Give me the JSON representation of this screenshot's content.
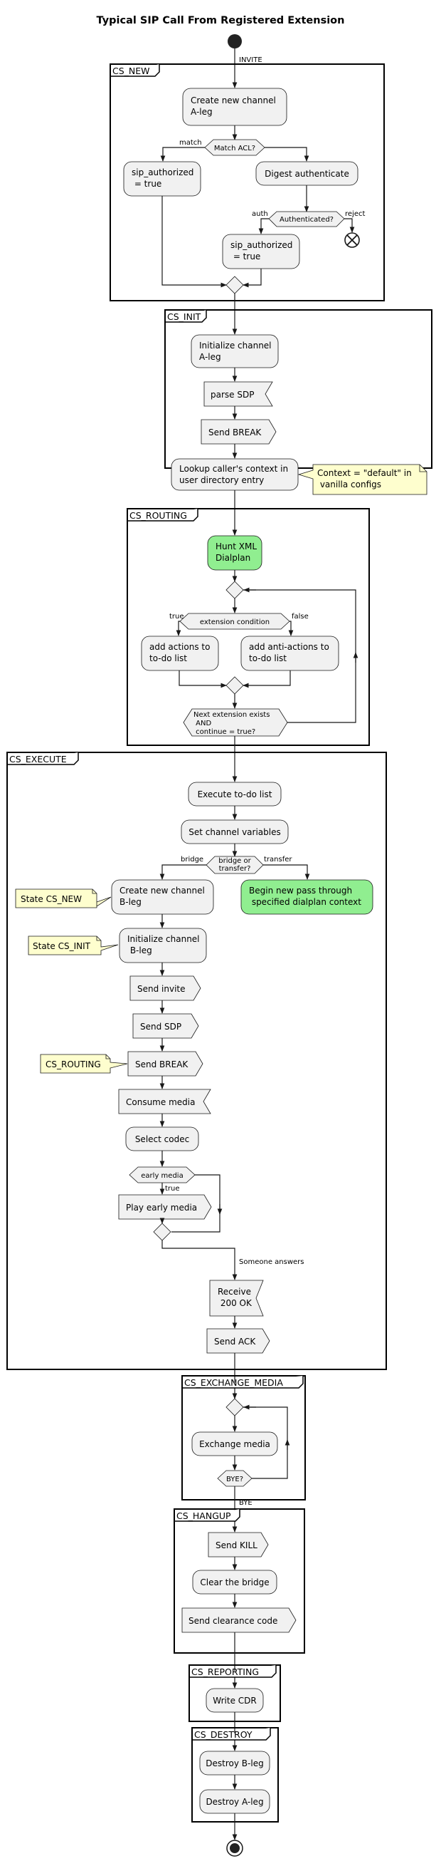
{
  "title": "Typical SIP Call From Registered Extension",
  "colors": {
    "activity_fill": "#F1F1F1",
    "highlight_fill": "#90EE90",
    "note_fill": "#FEFECE",
    "line": "#181818",
    "text": "#000000",
    "frame": "#000000"
  },
  "partitions": {
    "cs_new": "CS_NEW",
    "cs_init": "CS_INIT",
    "cs_routing": "CS_ROUTING",
    "cs_execute": "CS_EXECUTE",
    "cs_exchange_media": "CS_EXCHANGE_MEDIA",
    "cs_hangup": "CS_HANGUP",
    "cs_reporting": "CS_REPORTING",
    "cs_destroy": "CS_DESTROY"
  },
  "cs_new": {
    "invite_label": "INVITE",
    "create_channel": [
      "Create new channel",
      "A-leg"
    ],
    "match_acl": "Match ACL?",
    "match_label": "match",
    "sip_authorized_1": [
      "sip_authorized",
      " = true"
    ],
    "digest_authenticate": "Digest authenticate",
    "authenticated": "Authenticated?",
    "auth_label": "auth",
    "reject_label": "reject",
    "sip_authorized_2": [
      "sip_authorized",
      " = true"
    ]
  },
  "cs_init": {
    "initialize_channel": [
      "Initialize channel",
      "A-leg"
    ],
    "parse_sdp": "parse SDP",
    "send_break": "Send BREAK",
    "lookup_context": [
      "Lookup caller's context in",
      "user directory entry"
    ],
    "note": [
      "Context = \"default\" in",
      " vanilla configs"
    ]
  },
  "cs_routing": {
    "hunt_xml": [
      "Hunt XML",
      "Dialplan"
    ],
    "extension_condition": "extension condition",
    "true_label": "true",
    "false_label": "false",
    "add_actions": [
      "add actions to",
      "to-do list"
    ],
    "add_anti_actions": [
      "add anti-actions to",
      "to-do list"
    ],
    "next_extension": [
      "Next extension exists",
      " AND",
      " continue = true?"
    ]
  },
  "cs_execute": {
    "execute_todo": "Execute to-do list",
    "set_channel_vars": "Set channel variables",
    "bridge_or_transfer": [
      "bridge or",
      "transfer?"
    ],
    "bridge_label": "bridge",
    "transfer_label": "transfer",
    "create_channel_b": [
      "Create new channel",
      "B-leg"
    ],
    "note_cs_new": "State CS_NEW",
    "begin_new_pass": [
      "Begin new pass through",
      " specified dialplan context"
    ],
    "initialize_channel_b": [
      "Initialize channel",
      " B-leg"
    ],
    "note_cs_init": "State CS_INIT",
    "send_invite": "Send invite",
    "send_sdp": "Send SDP",
    "send_break": "Send BREAK",
    "note_cs_routing": "CS_ROUTING",
    "consume_media": "Consume media",
    "select_codec": "Select codec",
    "early_media": "early media",
    "early_true_label": "true",
    "play_early_media": "Play early media",
    "someone_answers": "Someone answers",
    "receive_200": [
      "Receive",
      " 200 OK"
    ],
    "send_ack": "Send ACK"
  },
  "cs_exchange_media": {
    "exchange_media": "Exchange media",
    "bye_question": "BYE?",
    "bye_label": "BYE"
  },
  "cs_hangup": {
    "send_kill": "Send KILL",
    "clear_bridge": "Clear the bridge",
    "send_clearance": "Send clearance code"
  },
  "cs_reporting": {
    "write_cdr": "Write CDR"
  },
  "cs_destroy": {
    "destroy_b": "Destroy B-leg",
    "destroy_a": "Destroy A-leg"
  }
}
